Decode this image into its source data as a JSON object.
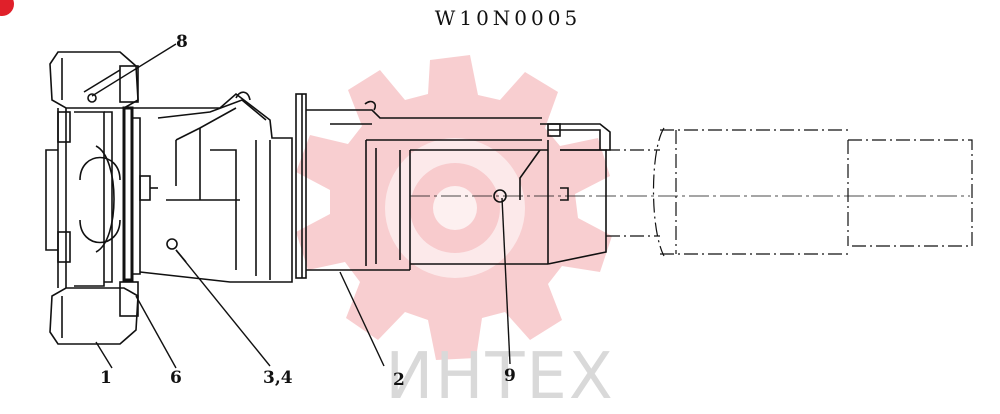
{
  "drawing": {
    "code": "W10N0005",
    "callouts": {
      "c1": "1",
      "c6": "6",
      "c34": "3,4",
      "c2": "2",
      "c9": "9",
      "c8": "8"
    }
  },
  "watermark": {
    "text": "ИНТЕХ",
    "color": "#f7c5c8"
  },
  "colors": {
    "line": "#111111",
    "accent": "#e0202a"
  }
}
